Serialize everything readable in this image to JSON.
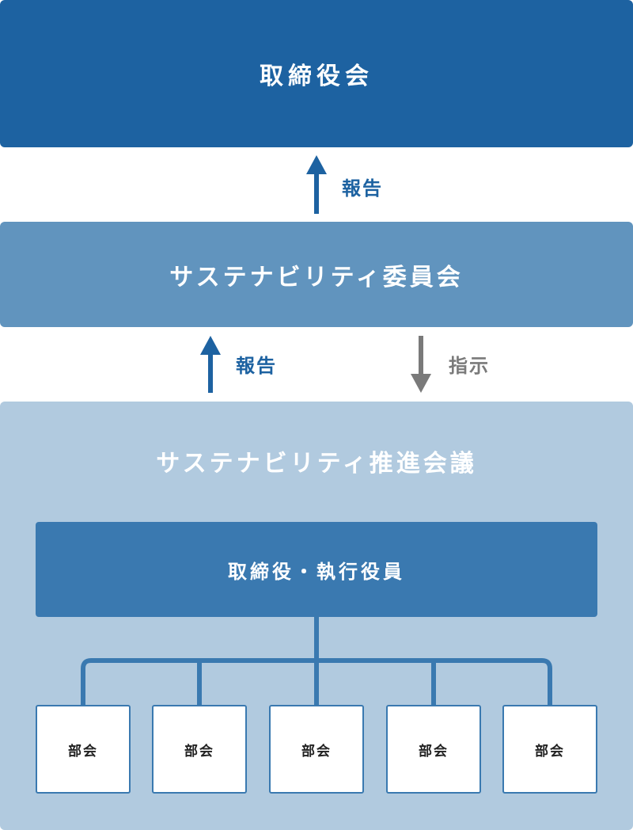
{
  "board": {
    "label": "取締役会"
  },
  "committee": {
    "label": "サステナビリティ委員会"
  },
  "council": {
    "title": "サステナビリティ推進会議",
    "executives": "取締役・執行役員",
    "departments": [
      "部会",
      "部会",
      "部会",
      "部会",
      "部会"
    ]
  },
  "arrows": {
    "committee_to_board": "報告",
    "council_to_committee": "報告",
    "committee_to_council": "指示"
  },
  "colors": {
    "board": "#1d62a1",
    "committee": "#6194be",
    "council": "#b1cadf",
    "executives": "#3a79b0",
    "report_arrow": "#1d62a1",
    "instruction_arrow": "#7a7a7a"
  }
}
